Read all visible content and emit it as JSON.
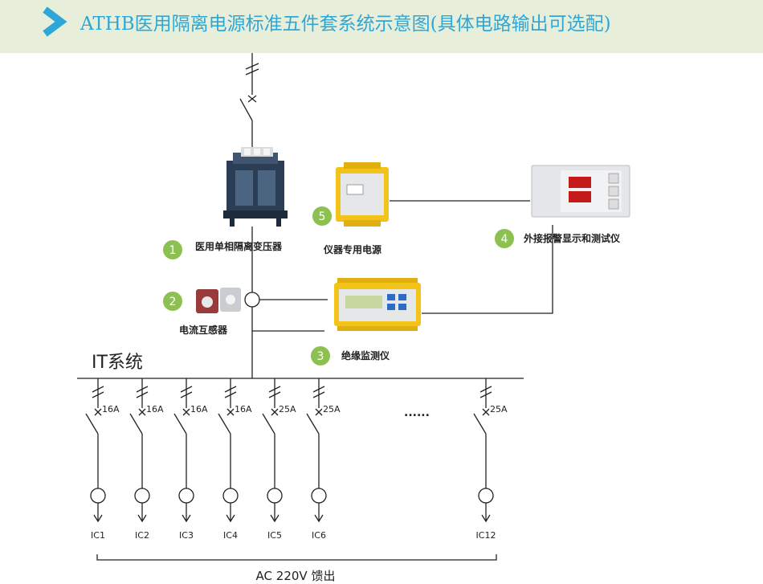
{
  "header": {
    "title": "ATHB医用隔离电源标准五件套系统示意图(具体电路输出可选配)"
  },
  "components": [
    {
      "num": "1",
      "label": "医用单相隔离变压器"
    },
    {
      "num": "2",
      "label": "电流互感器"
    },
    {
      "num": "3",
      "label": "绝缘监测仪"
    },
    {
      "num": "4",
      "label": "外接报警显示和测试仪"
    },
    {
      "num": "5",
      "label": "仪器专用电源"
    }
  ],
  "system_label": "IT系统",
  "feeders": [
    {
      "rating": "16A",
      "name": "IC1"
    },
    {
      "rating": "16A",
      "name": "IC2"
    },
    {
      "rating": "16A",
      "name": "IC3"
    },
    {
      "rating": "16A",
      "name": "IC4"
    },
    {
      "rating": "25A",
      "name": "IC5"
    },
    {
      "rating": "25A",
      "name": "IC6"
    },
    {
      "rating": "25A",
      "name": "IC12"
    }
  ],
  "ellipsis": "......",
  "output_label": "AC 220V 馈出",
  "colors": {
    "header_bg": "#e7efda",
    "title": "#2ea7d8",
    "badge": "#8cc152",
    "device_yellow": "#f2c318"
  }
}
